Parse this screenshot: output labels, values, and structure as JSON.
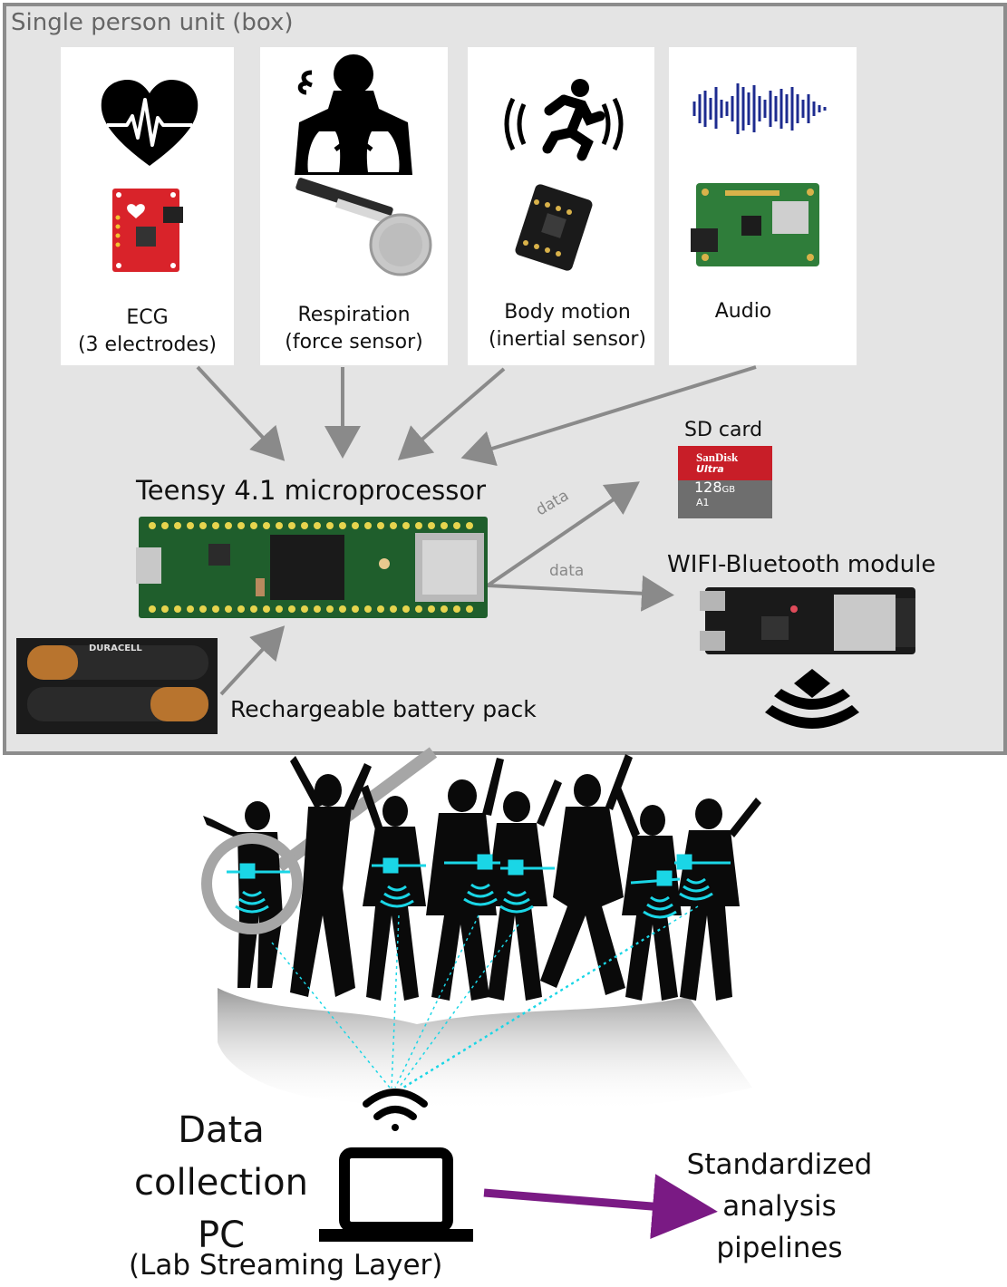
{
  "box_title": "Single person unit (box)",
  "sensors": [
    {
      "line1": "ECG",
      "line2": "(3 electrodes)",
      "icon": "heart-ecg-icon",
      "board": "ecg-board"
    },
    {
      "line1": "Respiration",
      "line2": "(force sensor)",
      "icon": "lungs-icon",
      "board": "force-sensor"
    },
    {
      "line1": "Body motion",
      "line2": "(inertial sensor)",
      "icon": "running-person-icon",
      "board": "imu-board"
    },
    {
      "line1": "Audio",
      "line2": "",
      "icon": "waveform-icon",
      "board": "audio-board"
    }
  ],
  "microprocessor_label": "Teensy 4.1 microprocessor",
  "sd_card": {
    "label": "SD card",
    "brand": "SanDisk",
    "line": "Ultra",
    "capacity": "128",
    "unit": "GB",
    "class": "A1"
  },
  "data_label_1": "data",
  "data_label_2": "data",
  "wifi_module_label": "WIFI-Bluetooth module",
  "battery_label": "Rechargeable battery pack",
  "battery_brand": "DURACELL",
  "pc": {
    "line1": "Data",
    "line2": "collection",
    "line3": "PC",
    "sub": "(Lab Streaming Layer)"
  },
  "output": {
    "line1": "Standardized",
    "line2": "analysis",
    "line3": "pipelines"
  },
  "colors": {
    "box_bg": "#e4e4e4",
    "box_border": "#8c8c8c",
    "arrow_gray": "#8a8a8a",
    "purple": "#7a1a84",
    "cyan": "#1ad6e6",
    "silhouette": "#0a0a0a"
  }
}
